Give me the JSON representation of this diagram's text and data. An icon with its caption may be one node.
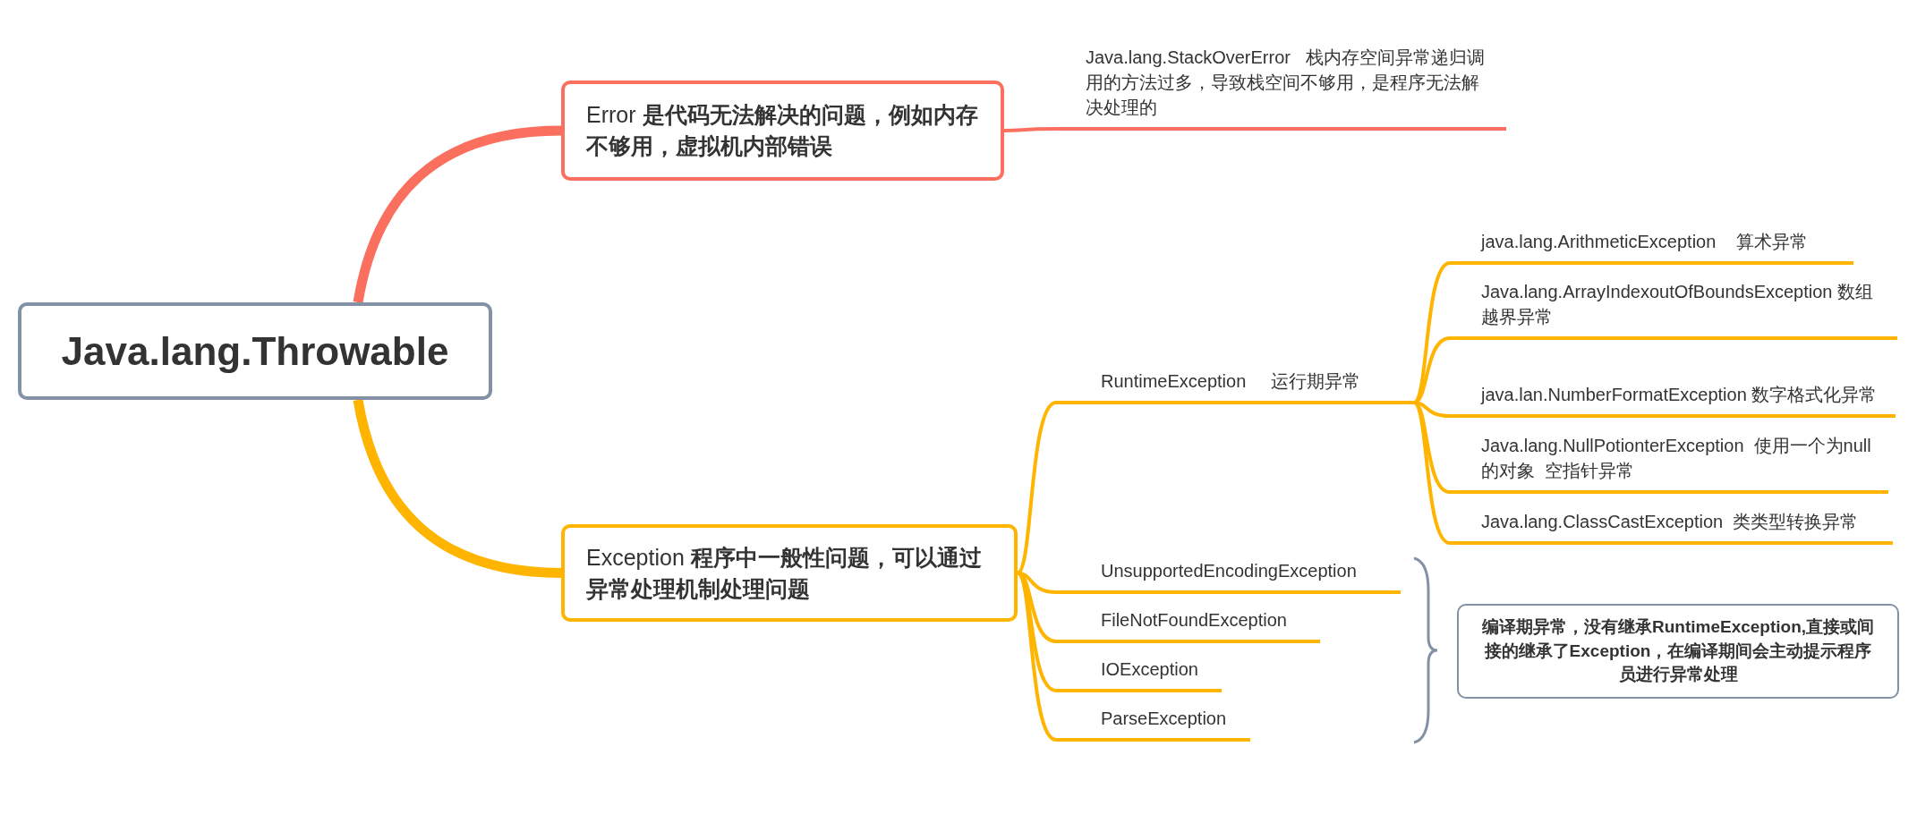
{
  "diagram": {
    "nodes": [
      {
        "text": [
          "Java.lang.Throwable"
        ]
      },
      {
        "text": [
          "Error **是代码无法解决的问题，例如内存不够用，虚拟机内部错误**"
        ]
      },
      {
        "text": [
          "Java.lang.StackOverError   栈内存空间异常递归调用的方法过多，导致栈空间不够用，是程序无法解决处理的"
        ]
      },
      {
        "text": [
          "Exception  **程序中一般性问题，可以通过异常处理机制处理问题**"
        ]
      },
      {
        "text": [
          "RuntimeException     运行期异常"
        ]
      },
      {
        "text": [
          "java.lang.ArithmeticException    算术异常"
        ]
      },
      {
        "text": [
          "Java.lang.ArrayIndexoutOfBoundsException 数组越界异常"
        ]
      },
      {
        "text": [
          "java.lan.NumberFormatException 数字格式化异常"
        ]
      },
      {
        "text": [
          "Java.lang.NullPotionterException  使用一个为null的对象  空指针异常"
        ]
      },
      {
        "text": [
          "Java.lang.ClassCastException  类类型转换异常"
        ]
      },
      {
        "text": [
          "UnsupportedEncodingException"
        ]
      },
      {
        "text": [
          "FileNotFoundException"
        ]
      },
      {
        "text": [
          "IOException"
        ]
      },
      {
        "text": [
          "ParseException"
        ]
      },
      {
        "text": [
          "编译期异常，没有继承RuntimeException,直接或间接的继承了Exception，在编译期间会主动提示程序员进行异常处理"
        ]
      }
    ],
    "edges": [
      {
        "from": 0,
        "to": 1,
        "arrow": "none",
        "style": "thick",
        "color": "#fa6f5e"
      },
      {
        "from": 0,
        "to": 3,
        "arrow": "none",
        "style": "thick"
      },
      {
        "from": 1,
        "to": 2,
        "arrow": "none",
        "color": "#fa6f5e"
      },
      {
        "from": 3,
        "to": 4,
        "arrow": "none"
      },
      {
        "from": 4,
        "to": 5,
        "arrow": "none"
      },
      {
        "from": 4,
        "to": 6,
        "arrow": "none"
      },
      {
        "from": 4,
        "to": 7,
        "arrow": "none"
      },
      {
        "from": 4,
        "to": 8,
        "arrow": "none"
      },
      {
        "from": 4,
        "to": 9,
        "arrow": "none"
      },
      {
        "from": 3,
        "to": 10,
        "arrow": "none"
      },
      {
        "from": 3,
        "to": 11,
        "arrow": "none"
      },
      {
        "from": 3,
        "to": 12,
        "arrow": "none"
      },
      {
        "from": 3,
        "to": 13,
        "arrow": "none"
      }
    ]
  }
}
